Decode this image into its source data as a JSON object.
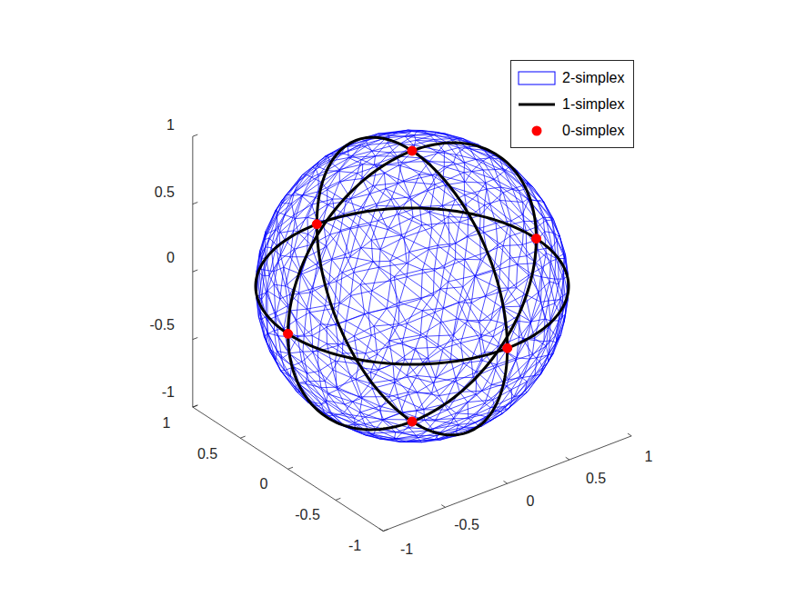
{
  "diagram": {
    "labels": [
      "1",
      "0.5",
      "0",
      "-0.5",
      "-1",
      "1",
      "0.5",
      "0",
      "-0.5",
      "-1",
      "-1",
      "-0.5",
      "0",
      "0.5",
      "1"
    ],
    "legend": [
      {
        "text": "2-simplex"
      },
      {
        "text": "1-simplex"
      },
      {
        "text": "0-simplex"
      }
    ]
  }
}
